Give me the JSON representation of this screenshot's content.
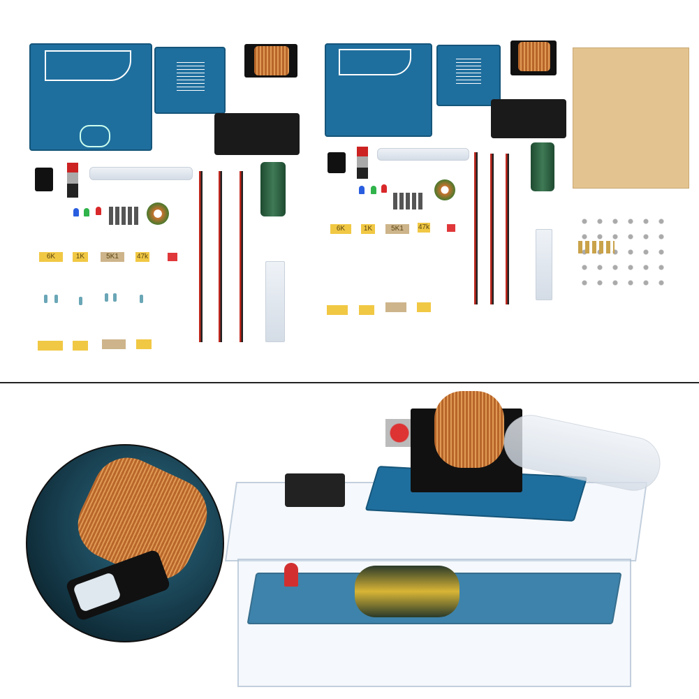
{
  "kit_left": {
    "resistor_labels": [
      "6K",
      "1K",
      "5K1",
      "47k"
    ]
  },
  "kit_right": {
    "resistor_labels": [
      "6K",
      "1K",
      "5K1",
      "47k"
    ]
  },
  "colors": {
    "pcb": "#1f6f9e",
    "copper": "#c97a38",
    "background": "#ffffff",
    "acrylic": "#e3c491"
  }
}
